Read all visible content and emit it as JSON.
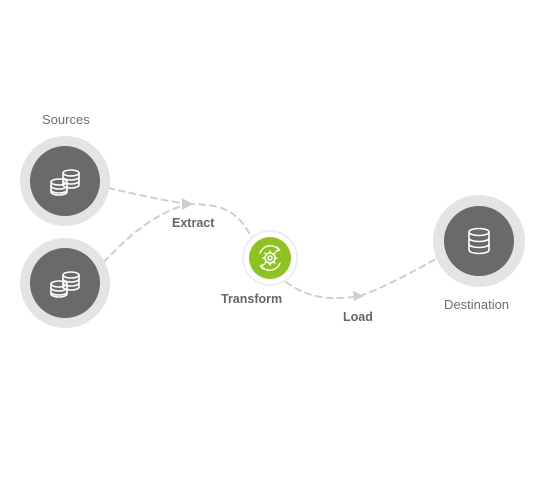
{
  "labels": {
    "sources": "Sources",
    "extract": "Extract",
    "transform": "Transform",
    "load": "Load",
    "destination": "Destination"
  },
  "icons": {
    "source_1": "database-stack-icon",
    "source_2": "database-stack-icon",
    "transform": "gear-refresh-icon",
    "destination": "database-icon"
  },
  "colors": {
    "node_ring": "#e4e4e4",
    "node_core": "#6a6a6a",
    "accent": "#8dc21f",
    "connector": "#cfcfcf",
    "text": "#6f6f6f"
  }
}
